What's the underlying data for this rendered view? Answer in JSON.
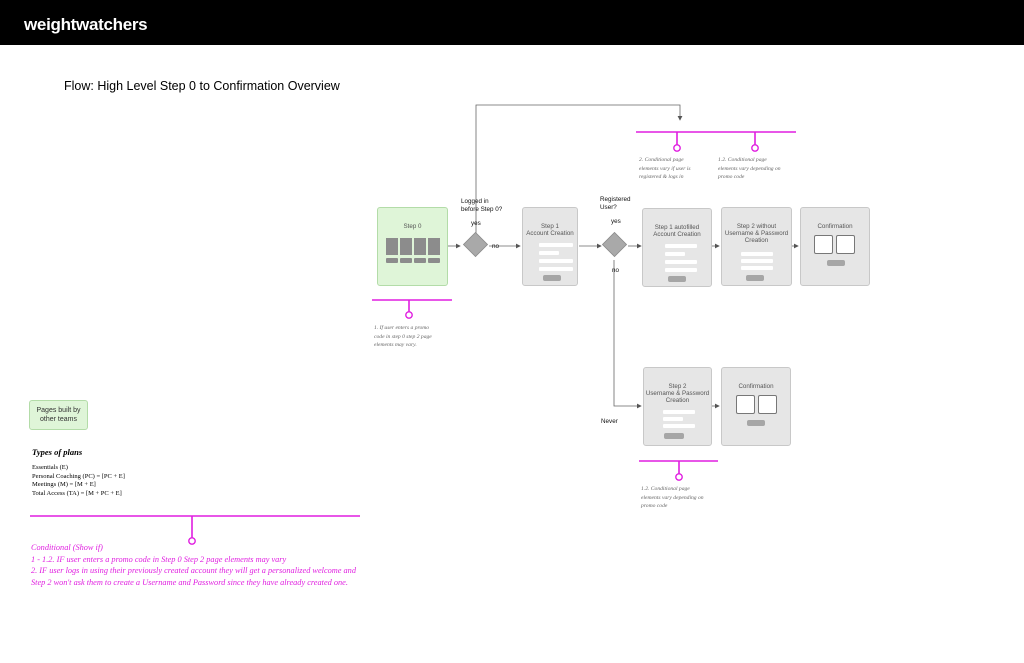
{
  "header": {
    "logo": "weightwatchers"
  },
  "page_title": "Flow: High Level Step 0 to Confirmation Overview",
  "nodes": {
    "step0": "Step 0",
    "step1": "Step 1\nAccount Creation",
    "step1_autofilled": "Step 1 autofilled\nAccount Creation",
    "step2_without": "Step 2 without\nUsername & Password\nCreation",
    "confirmation_top": "Confirmation",
    "step2_userpass": "Step 2\nUsername & Password\nCreation",
    "confirmation_bottom": "Confirmation"
  },
  "decisions": {
    "logged_in": {
      "question": "Logged in\nbefore Step 0?",
      "yes": "yes",
      "no": "no"
    },
    "registered": {
      "question": "Registered\nUser?",
      "yes": "yes",
      "no": "no"
    }
  },
  "edge_labels": {
    "never": "Never"
  },
  "notes": {
    "note1": "1. If user enters a promo\ncode in step 0 step 2 page\nelements may vary.",
    "note2": "2. Conditional page\nelements vary if user is\nregistered & logs in",
    "note12_top": "1.2. Conditional page\nelements vary depending on\npromo code",
    "note12_bottom": "1.2. Conditional page\nelements vary depending on\npromo code"
  },
  "legend": {
    "label": "Pages built by\nother teams",
    "color": "#dff5d8"
  },
  "plans": {
    "title": "Types of plans",
    "items": [
      "Essentials (E)",
      "Personal Coaching (PC) = [PC + E]",
      "Meetings (M) = [M + E]",
      "Total Access (TA) = [M + PC + E]"
    ]
  },
  "conditional": {
    "title": "Conditional (Show if)",
    "lines": [
      "1 - 1.2. IF user enters a promo code in Step 0 Step 2 page elements may vary",
      "2. IF user logs in using their previously created account they will get a personalized welcome and",
      "Step 2 won't ask them to create a Username and Password since they have already created one."
    ]
  },
  "colors": {
    "annotation": "#e01ee0",
    "node": "#e6e6e6",
    "header": "#000000"
  }
}
